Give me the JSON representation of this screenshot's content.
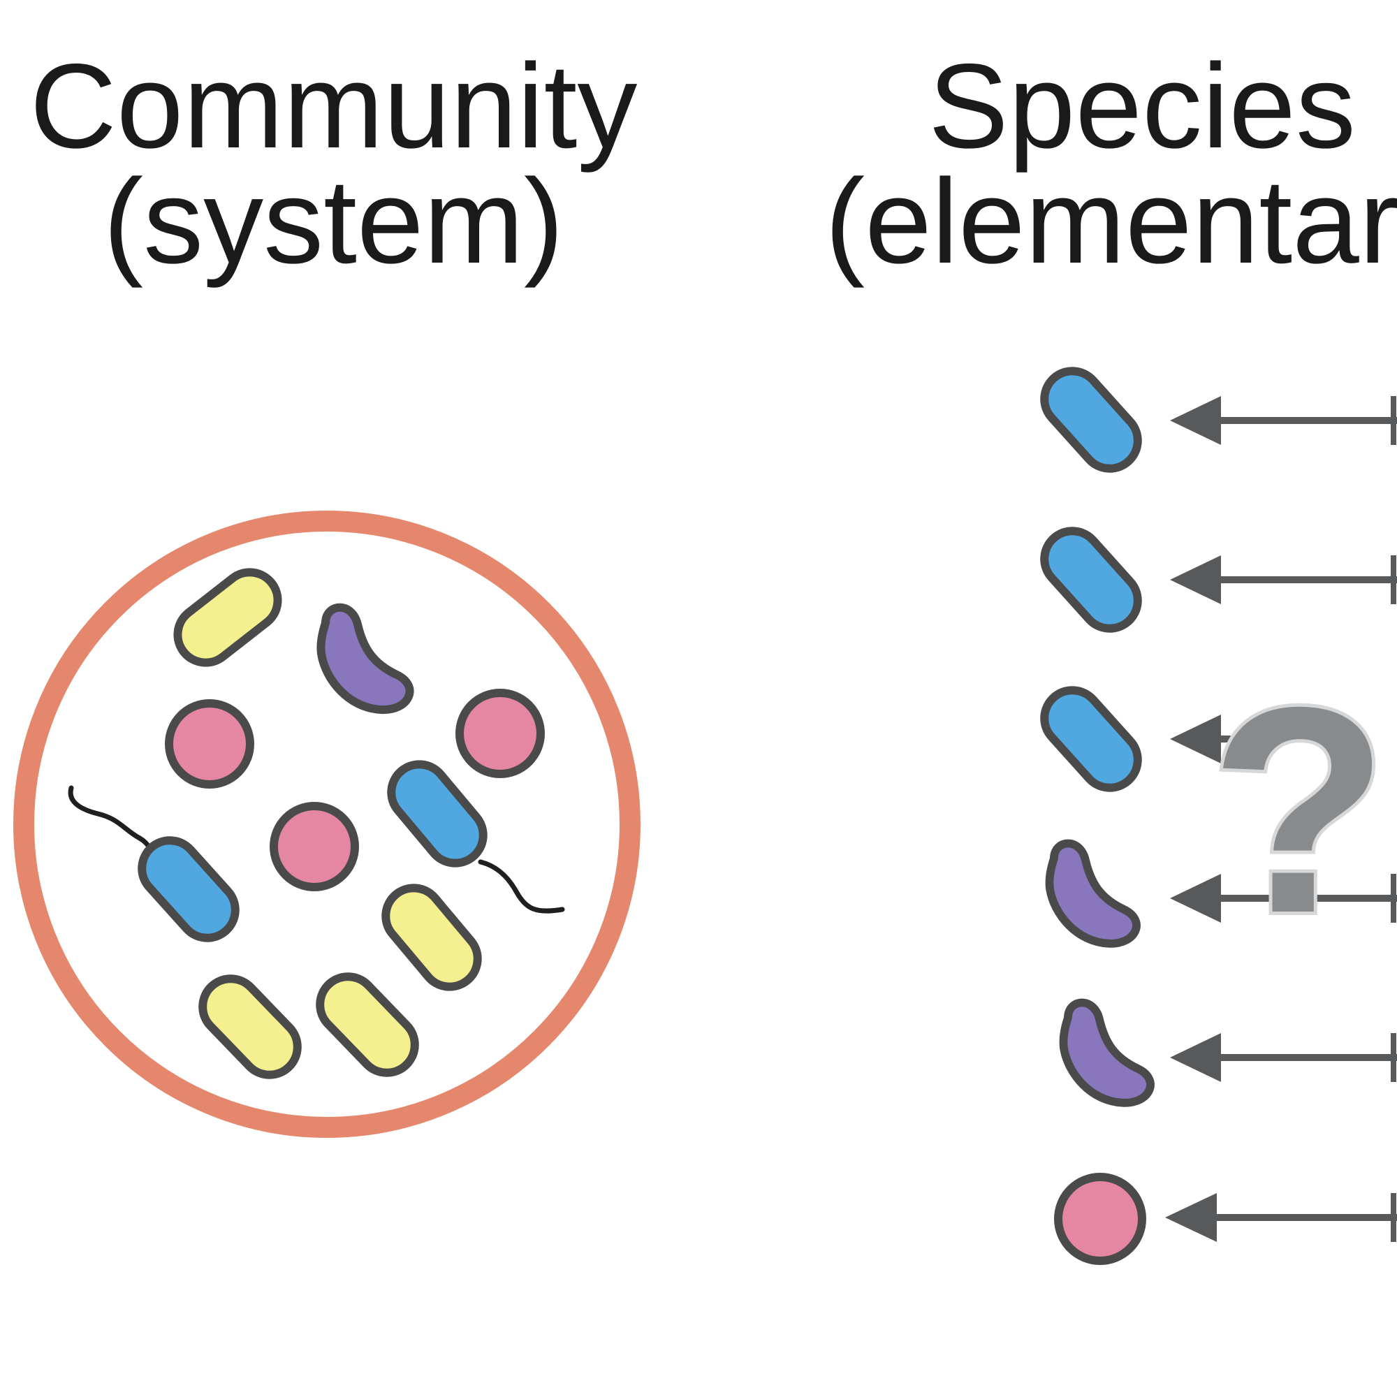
{
  "titles": {
    "community": {
      "line1": "Community",
      "line2": "(system)"
    },
    "species": {
      "line1": "Species",
      "line2": "(elementary"
    }
  },
  "question_mark": "?",
  "colors": {
    "circle_border": "#e5876d",
    "outline": "#4a4a4b",
    "blue": "#51a7e0",
    "yellow": "#f4ef8f",
    "purple": "#8977bd",
    "pink": "#e586a3",
    "arrow": "#58595b",
    "question_fill": "#888a8c",
    "question_outline": "#d6d7d8"
  },
  "icons": {
    "blue_rod": "rod-bacterium-icon",
    "yellow_rod": "rod-bacterium-icon",
    "purple_vibrio": "curved-bacterium-icon",
    "pink_coccus": "coccus-bacterium-icon",
    "arrow": "arrow-left-icon",
    "question": "question-mark-icon"
  },
  "species_column": [
    "blue",
    "blue",
    "blue",
    "purple",
    "purple",
    "pink"
  ]
}
